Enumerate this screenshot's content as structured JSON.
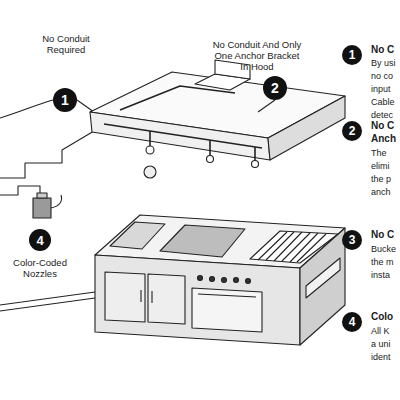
{
  "diagram": {
    "nodes": [
      {
        "text": [
          "1"
        ]
      },
      {
        "text": [
          "2"
        ]
      },
      {
        "text": [
          "1"
        ]
      },
      {
        "text": [
          "2"
        ]
      },
      {
        "text": [
          "4"
        ]
      },
      {
        "text": [
          "3"
        ]
      },
      {
        "text": [
          "4"
        ]
      }
    ],
    "labels": [
      "No Conduit Required",
      "No Conduit And Only One Anchor Bracket In Hood",
      "Color-Coded Nozzles",
      "No C",
      "By usi",
      "no co",
      "input",
      "Cable",
      "detec",
      "No C",
      "Anch",
      "The",
      "elimi",
      "the p",
      "anch",
      "No C",
      "Bucke",
      "the m",
      "insta",
      "Colo",
      "All K",
      "a uni",
      "ident"
    ]
  }
}
